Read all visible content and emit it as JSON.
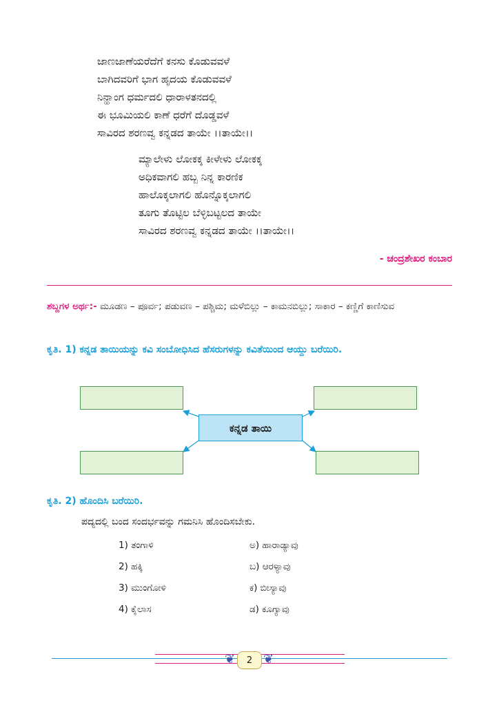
{
  "poem": {
    "stanza1": [
      "ಜಾಣಜಾಣೆಯರೆದೆಗೆ ಕನಸು ಕೊಡುವವಳೆ",
      "ಬಾಗಿದವರಿಗೆ ಭಾಗ ಹೃದಯ ಕೊಡುವವಳೆ",
      "ನಿನ್ಹಾಂಗ ಧರ್ಮದಲಿ ಧಾರಾಳತನದಲ್ಲಿ",
      "ಈ ಭೂಮಿಯಲಿ ಕಾಣೆ ಧರೆಗೆ ದೊಡ್ಡವಳೆ",
      "ಸಾವಿರದ ಶರಣವ್ವ ಕನ್ನಡದ ತಾಯೇ ।।ತಾಯೇ।।"
    ],
    "stanza2": [
      "ಮ್ಯಾಲೇಳು ಲೋಕಕ್ಕ ಕೀಳೇಳು ಲೋಕಕ್ಕ",
      "ಅಧಿಕವಾಗಲಿ ಹಬ್ಬ ನಿನ್ನ ಕಾರಣಿಕ",
      "ಹಾಲೊಕ್ಕಲಾಗಲಿ ಹೊನ್ನೊಕ್ಕಲಾಗಲಿ",
      "ತೂಗು ತೊಟ್ಟಿಲ ಬೆಳ್ಳಿಬಟ್ಟಲದ ತಾಯೇ",
      "ಸಾವಿರದ ಶರಣವ್ವ ಕನ್ನಡದ ತಾಯೇ ।।ತಾಯೇ।।"
    ],
    "author": "- ಚಂದ್ರಶೇಖರ ಕಂಬಾರ"
  },
  "glossary": {
    "title": "ಶಬ್ದಗಳ ಅರ್ಥ:-",
    "text": " ಮೂಡಣ – ಪೂರ್ವ;   ಪಡುವಣ – ಪಶ್ಚಿಮ;   ಮಳೆಬಿಲ್ಲು – ಕಾಮನಬಿಲ್ಲು;   ಸಾಕಾರ – ಕಣ್ಣಿಗೆ ಕಾಣಿಸುವ"
  },
  "task1": {
    "label": "ಕೃತಿ. 1)  ಕನ್ನಡ ತಾಯಿಯನ್ನು ಕವಿ ಸಂಬೋಧಿಸಿದ ಹೆಸರುಗಳನ್ನು ಕವಿತೆಯಿಂದ ಆಯ್ದು ಬರೆಯಿರಿ.",
    "center": "ಕನ್ನಡ ತಾಯಿ"
  },
  "task2": {
    "label": "ಕೃತಿ. 2)  ಹೊಂದಿಸಿ ಬರೆಯಿರಿ.",
    "instruction": "ಪದ್ಯದಲ್ಲಿ ಬಂದ ಸಂದರ್ಭವನ್ನು ಗಮನಿಸಿ ಹೊಂದಿಸಬೇಕು.",
    "left": [
      "1) ತಂಗಾಳಿ",
      "2) ಹಕ್ಕಿ",
      "3) ಮುಂಗೋಳಿ",
      "4) ಕೈಲಾಸ"
    ],
    "right": [
      "ಅ) ಹಾರಾಡ್ಯಾವು",
      "ಬ) ಆರಳ್ಯಾವು",
      "ಕ)  ಬೀಸ್ಯಾವು",
      "ಡ) ಕೂಗ್ಯಾವು"
    ]
  },
  "footer": {
    "page": "2"
  },
  "colors": {
    "accent_pink": "#e0197d",
    "accent_blue": "#1b9fd8",
    "box_green": "#e3f2d6"
  }
}
